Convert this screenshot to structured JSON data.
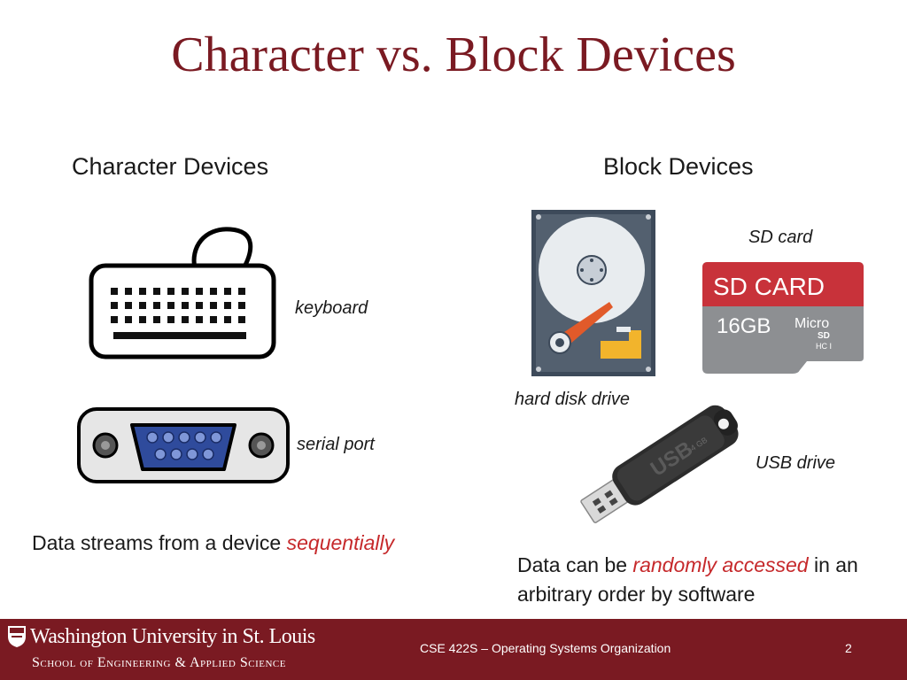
{
  "slide": {
    "title": "Character vs. Block Devices",
    "left": {
      "heading": "Character Devices",
      "keyboard_caption": "keyboard",
      "serial_caption": "serial port",
      "description_prefix": "Data streams from a device ",
      "description_highlight": "sequentially"
    },
    "right": {
      "heading": "Block Devices",
      "sd_caption": "SD card",
      "hdd_caption": "hard disk drive",
      "usb_caption": "USB drive",
      "sd_label": "SD CARD",
      "sd_capacity": "16GB",
      "sd_micro": "Micro",
      "sd_sd": "SD",
      "sd_hc": "HC I",
      "usb_label": "USB",
      "usb_capacity": "4 GB",
      "description_prefix": "Data can be ",
      "description_highlight": "randomly accessed",
      "description_suffix_line1": " in an",
      "description_line2": "arbitrary order by software"
    }
  },
  "footer": {
    "university": "Washington University in St. Louis",
    "school": "School of Engineering & Applied Science",
    "course": "CSE 422S – Operating Systems Organization",
    "page_number": "2"
  },
  "colors": {
    "accent": "#7a1a22",
    "highlight": "#c6292b"
  }
}
